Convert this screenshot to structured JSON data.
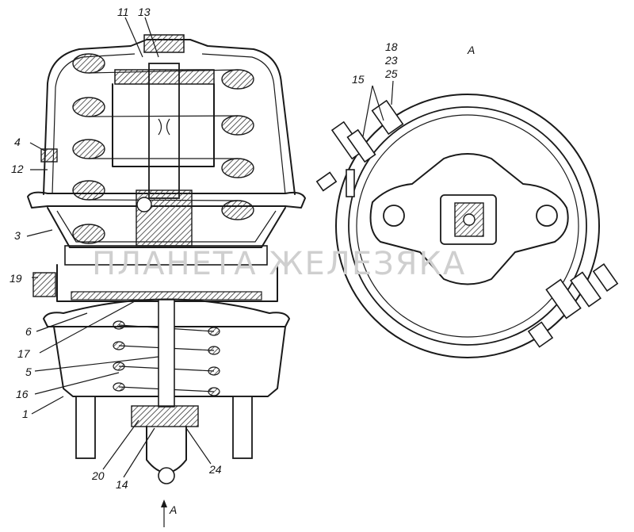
{
  "labels": {
    "n11": "11",
    "n13": "13",
    "n4": "4",
    "n12": "12",
    "n3": "3",
    "n19": "19",
    "n6": "6",
    "n17": "17",
    "n5": "5",
    "n16": "16",
    "n1": "1",
    "n20": "20",
    "n14": "14",
    "n24": "24",
    "n18": "18",
    "n23": "23",
    "n25": "25",
    "n15": "15",
    "view_a": "A",
    "arrow_a": "A"
  },
  "watermark": "ПЛАНЕТА ЖЕЛЕЗЯКА",
  "colors": {
    "ink": "#1a1a1a",
    "hatch": "#333333",
    "watermark": "#cfcfcf"
  }
}
